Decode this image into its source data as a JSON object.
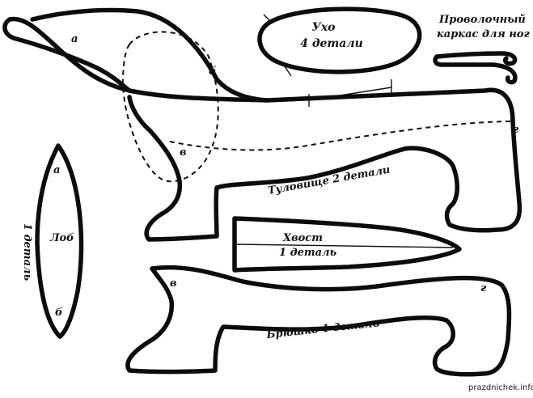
{
  "pieces": {
    "ear": {
      "title": "Ухо",
      "count": "4 детали"
    },
    "wire_frame": {
      "line1": "Проволочный",
      "line2": "каркас для ног"
    },
    "body": {
      "label": "Туловище 2 детали"
    },
    "forehead": {
      "label": "Лоб",
      "count": "1 деталь"
    },
    "tail": {
      "title": "Хвост",
      "count": "1 деталь"
    },
    "belly": {
      "label": "Брюшко 1 деталь"
    }
  },
  "marks": {
    "a": "а",
    "b": "б",
    "v": "в",
    "g": "г"
  },
  "watermark": "prazdnichek.info"
}
